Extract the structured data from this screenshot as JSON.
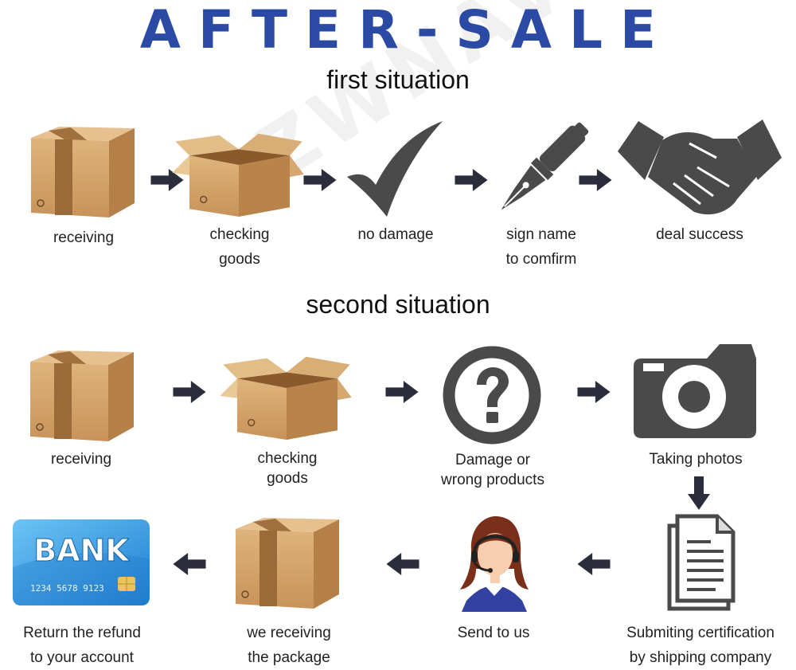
{
  "header": {
    "title": "AFTER-SALE"
  },
  "first_situation": {
    "title": "first situation",
    "steps": [
      {
        "icon": "closed-box-icon",
        "line1": "receiving",
        "line2": ""
      },
      {
        "icon": "open-box-icon",
        "line1": "checking",
        "line2": "goods"
      },
      {
        "icon": "checkmark-icon",
        "line1": "no damage",
        "line2": ""
      },
      {
        "icon": "fountain-pen-icon",
        "line1": "sign name",
        "line2": "to comfirm"
      },
      {
        "icon": "handshake-icon",
        "line1": "deal success",
        "line2": ""
      }
    ]
  },
  "second_situation": {
    "title": "second situation",
    "steps": [
      {
        "icon": "closed-box-icon",
        "line1": "receiving",
        "line2": ""
      },
      {
        "icon": "open-box-icon",
        "line1": "checking",
        "line2": "goods"
      },
      {
        "icon": "question-mark-icon",
        "line1": "Damage or",
        "line2": "wrong products"
      },
      {
        "icon": "camera-icon",
        "line1": "Taking photos",
        "line2": ""
      },
      {
        "icon": "document-icon",
        "line1": "Submiting certification",
        "line2": "by shipping company"
      },
      {
        "icon": "customer-service-agent-icon",
        "line1": "Send to us",
        "line2": ""
      },
      {
        "icon": "closed-box-icon",
        "line1": "we receiving",
        "line2": "the package"
      },
      {
        "icon": "bank-card-icon",
        "line1": "Return the refund",
        "line2": "to your account"
      }
    ]
  },
  "bank_card": {
    "brand": "BANK",
    "number": "1234 5678 9123"
  },
  "colors": {
    "title": "#2b4aa3",
    "arrow": "#2b2d3a",
    "icon": "#4a4a4a",
    "box": "#d4a46a",
    "card": "#3a98e0"
  }
}
